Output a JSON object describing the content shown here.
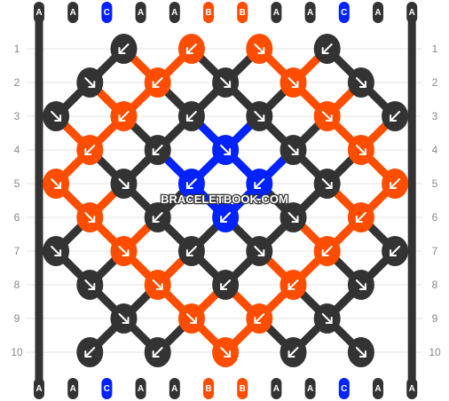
{
  "watermark": "BRACELETBOOK.COM",
  "colors": {
    "A": "#333333",
    "B": "#ff4d00",
    "C": "#0022ff"
  },
  "strings": [
    "A",
    "A",
    "C",
    "A",
    "A",
    "B",
    "B",
    "A",
    "A",
    "C",
    "A",
    "A"
  ],
  "row_labels": [
    "1",
    "2",
    "3",
    "4",
    "5",
    "6",
    "7",
    "8",
    "9",
    "10"
  ],
  "knots": [
    [
      {
        "c": "A",
        "d": "fb"
      },
      {
        "c": "B",
        "d": "fb"
      },
      {
        "c": "B",
        "d": "f"
      },
      {
        "c": "A",
        "d": "fb"
      }
    ],
    [
      {
        "c": "A",
        "d": "f"
      },
      {
        "c": "B",
        "d": "fb"
      },
      {
        "c": "A",
        "d": "f"
      },
      {
        "c": "B",
        "d": "f"
      },
      {
        "c": "A",
        "d": "f"
      }
    ],
    [
      {
        "c": "A",
        "d": "f"
      },
      {
        "c": "B",
        "d": "fb"
      },
      {
        "c": "A",
        "d": "fb"
      },
      {
        "c": "A",
        "d": "f"
      },
      {
        "c": "B",
        "d": "f"
      },
      {
        "c": "A",
        "d": "fb"
      }
    ],
    [
      {
        "c": "B",
        "d": "fb"
      },
      {
        "c": "A",
        "d": "fb"
      },
      {
        "c": "C",
        "d": "f"
      },
      {
        "c": "A",
        "d": "f"
      },
      {
        "c": "B",
        "d": "f"
      }
    ],
    [
      {
        "c": "B",
        "d": "f"
      },
      {
        "c": "A",
        "d": "f"
      },
      {
        "c": "C",
        "d": "fb"
      },
      {
        "c": "C",
        "d": "fb"
      },
      {
        "c": "A",
        "d": "f"
      },
      {
        "c": "B",
        "d": "fb"
      }
    ],
    [
      {
        "c": "B",
        "d": "f"
      },
      {
        "c": "A",
        "d": "fb"
      },
      {
        "c": "C",
        "d": "fb"
      },
      {
        "c": "A",
        "d": "f"
      },
      {
        "c": "B",
        "d": "fb"
      }
    ],
    [
      {
        "c": "A",
        "d": "f"
      },
      {
        "c": "B",
        "d": "f"
      },
      {
        "c": "A",
        "d": "fb"
      },
      {
        "c": "A",
        "d": "f"
      },
      {
        "c": "B",
        "d": "fb"
      },
      {
        "c": "A",
        "d": "fb"
      }
    ],
    [
      {
        "c": "A",
        "d": "f"
      },
      {
        "c": "B",
        "d": "f"
      },
      {
        "c": "A",
        "d": "fb"
      },
      {
        "c": "B",
        "d": "fb"
      },
      {
        "c": "A",
        "d": "f"
      }
    ],
    [
      {
        "c": "A",
        "d": "f"
      },
      {
        "c": "B",
        "d": "f"
      },
      {
        "c": "B",
        "d": "fb"
      },
      {
        "c": "A",
        "d": "f"
      }
    ],
    [
      {
        "c": "A",
        "d": "fb"
      },
      {
        "c": "A",
        "d": "fb"
      },
      {
        "c": "B",
        "d": "f"
      },
      {
        "c": "A",
        "d": "fb"
      },
      {
        "c": "A",
        "d": "f"
      }
    ]
  ],
  "bottom_strings": [
    "A",
    "A",
    "C",
    "A",
    "A",
    "B",
    "B",
    "A",
    "A",
    "C",
    "A",
    "A"
  ]
}
